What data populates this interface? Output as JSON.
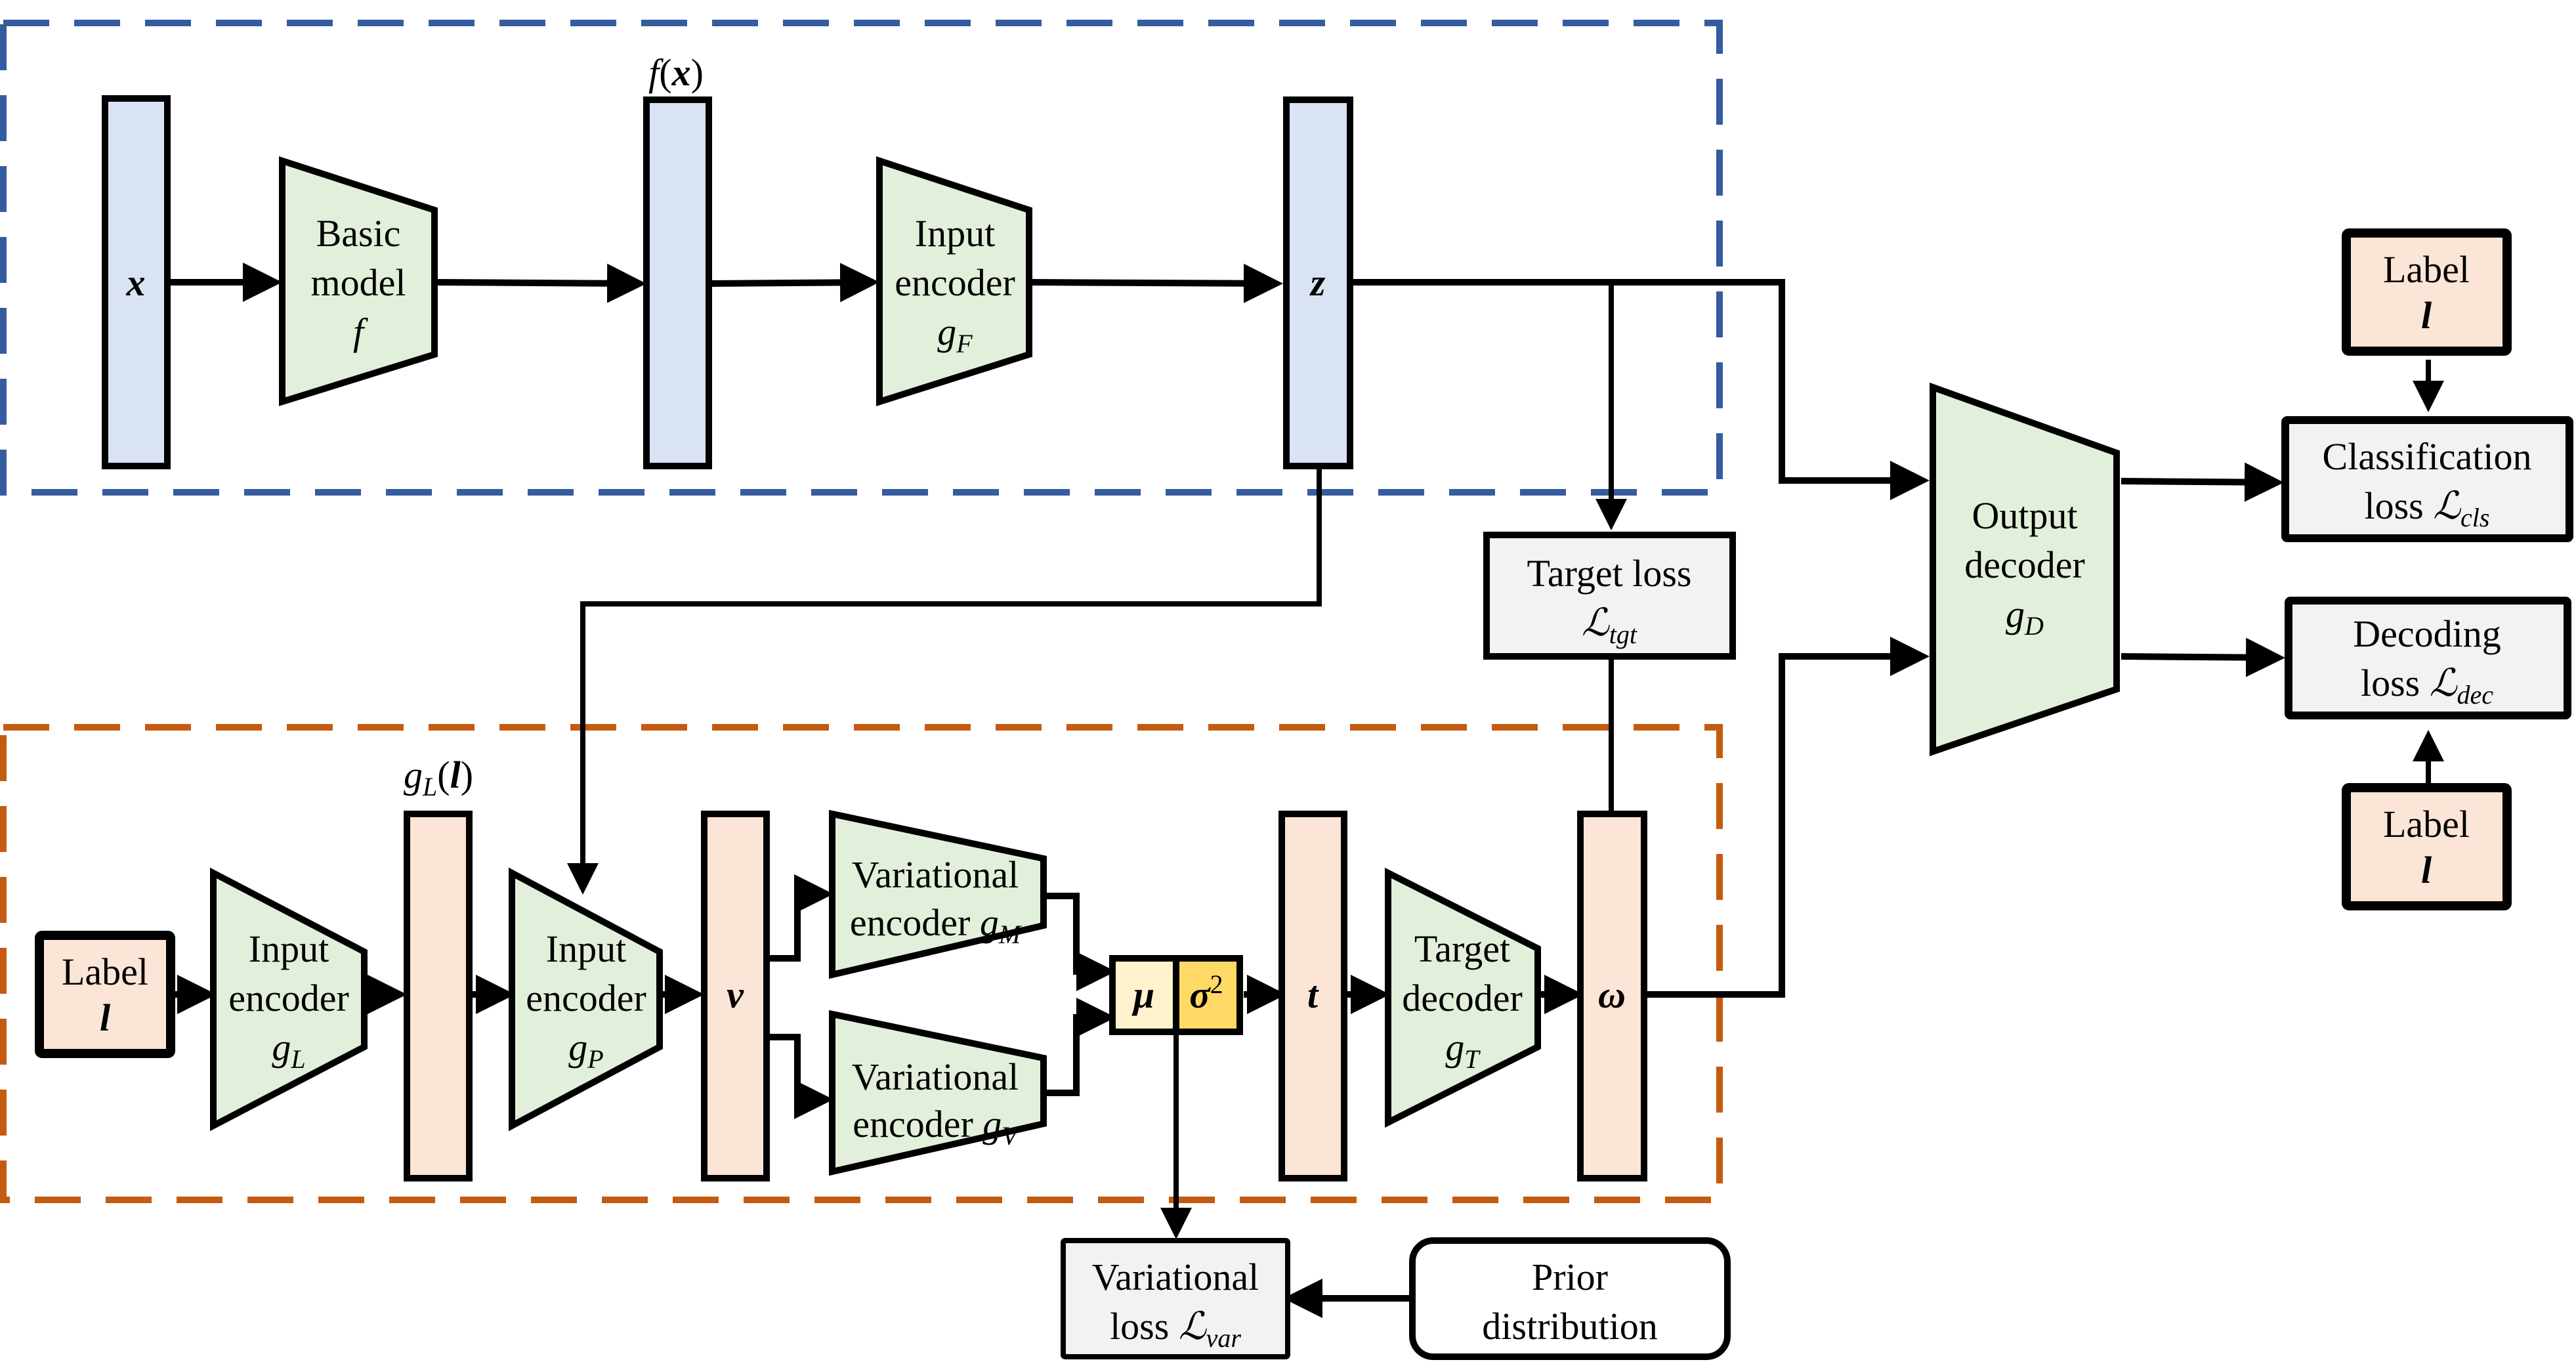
{
  "groups": {
    "input_branch": {
      "color": "#355C9E"
    },
    "label_branch": {
      "color": "#C55A11"
    }
  },
  "colors": {
    "blue_fill": "#DAE3F3",
    "green_fill": "#E2EFDA",
    "peach_fill": "#FBE5D6",
    "gray_fill": "#F2F2F2",
    "mu_fill": "#FFF2CC",
    "sigma_fill": "#FFD966"
  },
  "nodes": {
    "x": {
      "label": "x"
    },
    "basic_model": {
      "line1": "Basic",
      "line2": "model",
      "symbol": "f"
    },
    "fx": {
      "caption_fn": "f",
      "caption_arg": "x"
    },
    "input_encoder_f": {
      "line1": "Input",
      "line2": "encoder",
      "symbol": "g",
      "sub": "F"
    },
    "z": {
      "label": "z"
    },
    "target_loss": {
      "line1": "Target loss",
      "symbol": "ℒ",
      "sub": "tgt"
    },
    "output_decoder": {
      "line1": "Output",
      "line2": "decoder",
      "symbol": "g",
      "sub": "D"
    },
    "label_top": {
      "line1": "Label",
      "symbol": "l"
    },
    "classification_loss": {
      "line1": "Classification",
      "line2": "loss",
      "symbol": "ℒ",
      "sub": "cls"
    },
    "decoding_loss": {
      "line1": "Decoding",
      "line2": "loss",
      "symbol": "ℒ",
      "sub": "dec"
    },
    "label_bottom": {
      "line1": "Label",
      "symbol": "l"
    },
    "label_left": {
      "line1": "Label",
      "symbol": "l"
    },
    "input_encoder_l": {
      "line1": "Input",
      "line2": "encoder",
      "symbol": "g",
      "sub": "L"
    },
    "gl": {
      "caption_fn": "g",
      "caption_sub": "L",
      "caption_arg": "l"
    },
    "input_encoder_p": {
      "line1": "Input",
      "line2": "encoder",
      "symbol": "g",
      "sub": "P"
    },
    "v": {
      "label": "ν"
    },
    "var_encoder_m": {
      "line1": "Variational",
      "line2": "encoder",
      "symbol": "g",
      "sub": "M"
    },
    "var_encoder_v": {
      "line1": "Variational",
      "line2": "encoder",
      "symbol": "g",
      "sub": "V"
    },
    "mu": {
      "label": "μ"
    },
    "sigma": {
      "label": "σ",
      "sup": "2"
    },
    "t": {
      "label": "t"
    },
    "target_decoder": {
      "line1": "Target",
      "line2": "decoder",
      "symbol": "g",
      "sub": "T"
    },
    "omega": {
      "label": "ω"
    },
    "variational_loss": {
      "line1": "Variational",
      "line2": "loss",
      "symbol": "ℒ",
      "sub": "var"
    },
    "prior": {
      "line1": "Prior",
      "line2": "distribution"
    }
  }
}
